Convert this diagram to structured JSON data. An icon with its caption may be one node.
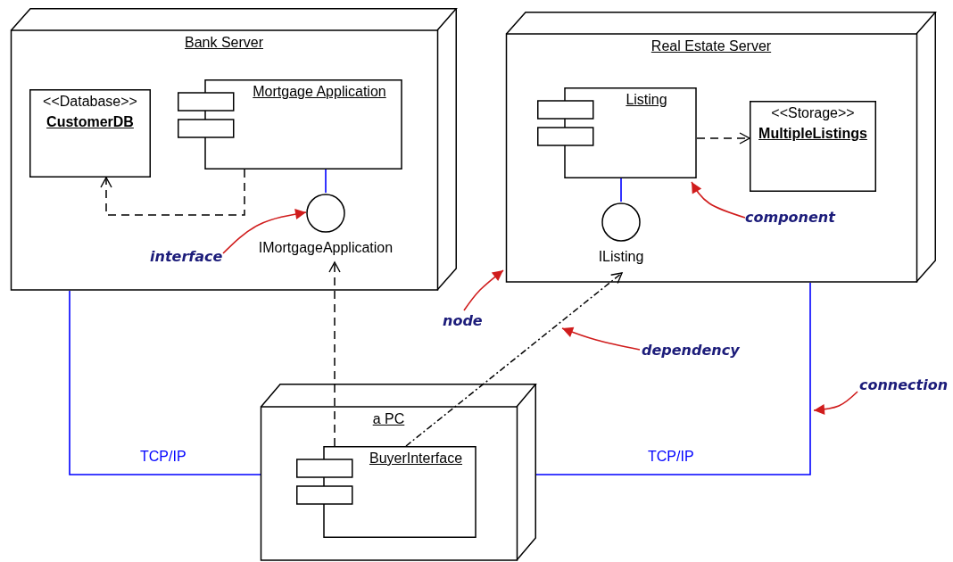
{
  "diagram": {
    "nodes": [
      {
        "text": [
          "Bank Server"
        ]
      },
      {
        "text": [
          "<<Database>>",
          "CustomerDB"
        ],
        "in": 0
      },
      {
        "text": [
          "Mortgage Application"
        ],
        "in": 0
      },
      {
        "text": [
          "IMortgageApplication"
        ],
        "in": 0
      },
      {
        "text": [
          "Real Estate Server"
        ]
      },
      {
        "text": [
          "Listing"
        ],
        "in": 4
      },
      {
        "text": [
          "<<Storage>>",
          "MultipleListings"
        ],
        "in": 4
      },
      {
        "text": [
          "IListing"
        ],
        "in": 4
      },
      {
        "text": [
          "a PC"
        ]
      },
      {
        "text": [
          "BuyerInterface"
        ],
        "in": 8
      },
      {
        "text": [
          "interface"
        ],
        "in": 0
      },
      {
        "text": [
          "component"
        ],
        "in": 4
      },
      {
        "text": [
          "node"
        ]
      },
      {
        "text": [
          "dependency"
        ]
      },
      {
        "text": [
          "connection"
        ]
      }
    ],
    "edges": [
      {
        "from": 2,
        "to": 1,
        "arrow": "to",
        "style": "dashed",
        "color": "#000000"
      },
      {
        "from": 2,
        "to": 3,
        "arrow": "none",
        "color": "#0000ff"
      },
      {
        "from": 5,
        "to": 6,
        "arrow": "to",
        "style": "dashed",
        "color": "#000000"
      },
      {
        "from": 5,
        "to": 7,
        "arrow": "none",
        "color": "#0000ff"
      },
      {
        "from": 9,
        "to": 3,
        "arrow": "to",
        "style": "dashed",
        "color": "#000000"
      },
      {
        "from": 9,
        "to": 7,
        "arrow": "to",
        "style": "dashed",
        "color": "#000000"
      },
      {
        "from": 0,
        "to": 8,
        "arrow": "none",
        "label": "TCP/IP",
        "color": "#0000ff"
      },
      {
        "from": 4,
        "to": 8,
        "arrow": "none",
        "label": "TCP/IP",
        "color": "#0000ff"
      },
      {
        "from": 10,
        "to": 3,
        "arrow": "to",
        "color": "#d01c1c"
      },
      {
        "from": 11,
        "to": 5,
        "arrow": "to",
        "color": "#d01c1c"
      },
      {
        "from": 12,
        "to": 4,
        "arrow": "to",
        "color": "#d01c1c"
      },
      {
        "from": 13,
        "to": null,
        "arrow": "to",
        "color": "#d01c1c"
      },
      {
        "from": 14,
        "to": null,
        "arrow": "to",
        "color": "#d01c1c"
      }
    ]
  }
}
